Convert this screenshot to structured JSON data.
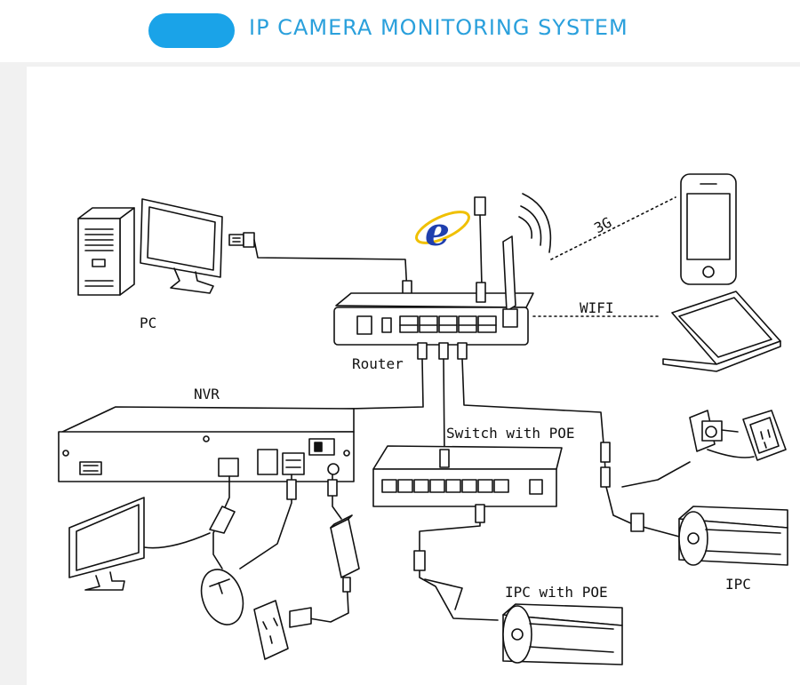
{
  "header": {
    "title": "IP CAMERA MONITORING SYSTEM"
  },
  "labels": {
    "pc": "PC",
    "router": "Router",
    "nvr": "NVR",
    "switch": "Switch with POE",
    "ipc_poe": "IPC with POE",
    "ipc": "IPC",
    "wifi": "WIFI",
    "g3": "3G",
    "ie_letter": "e"
  },
  "colors": {
    "accent": "#1aa3e8",
    "title": "#2aa0dc",
    "ie": "#1f3fae",
    "line": "#111111"
  }
}
